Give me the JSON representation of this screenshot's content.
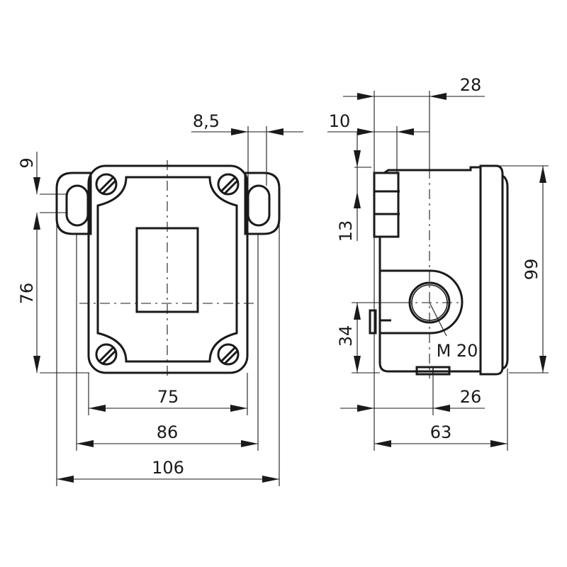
{
  "dims": {
    "hole_offset": "8,5",
    "slot_height": "9",
    "slot_pitch": "76",
    "inner_width": "75",
    "hole_spacing": "86",
    "overall_width": "106",
    "depth": "28",
    "tab_offset": "10",
    "tab_height": "13",
    "overall_height": "99",
    "gland_height": "34",
    "gland_thread": "M 20",
    "gland_offset": "26",
    "overall_depth": "63"
  }
}
